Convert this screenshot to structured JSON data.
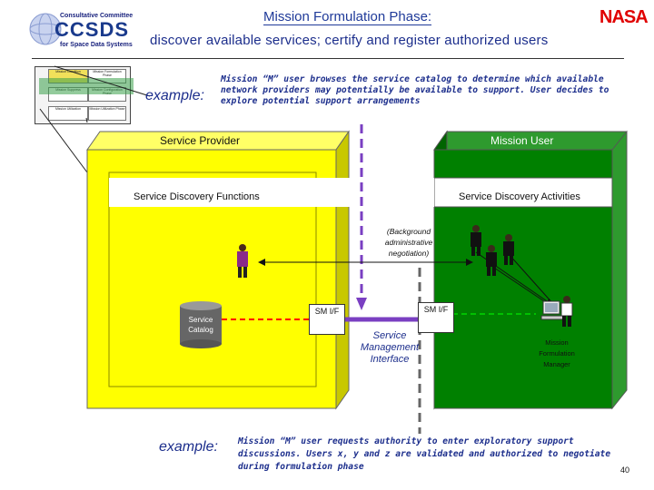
{
  "header": {
    "logo": {
      "line1": "Consultative Committee",
      "line2": "CCSDS",
      "line3": "for Space Data Systems"
    },
    "title": "Mission Formulation Phase:",
    "brand": "NASA",
    "subtitle": "discover available services; certify and register authorized users"
  },
  "thumbnail": {
    "boxes": [
      "Mission Condition",
      "Mission Formulation Phase",
      "Mission Suppress",
      "Mission Configuration Phase",
      "Mission Utilization",
      "Mission Utilization Phase"
    ]
  },
  "example_top": {
    "label": "example:",
    "text": "Mission “M” user browses the service catalog to determine which available network providers may potentially be available to support. User decides to explore potential support arrangements"
  },
  "diagram": {
    "provider_label": "Service Provider",
    "user_label": "Mission User",
    "provider_functions": "Service Discovery Functions",
    "user_activities": "Service Discovery Activities",
    "negotiation": "(Background administrative negotiation)",
    "catalog": "Service Catalog",
    "sm_left": "SM I/F",
    "sm_right": "SM I/F",
    "smi": "Service Management Interface",
    "manager": "Mission Formulation Manager"
  },
  "example_bottom": {
    "label": "example:",
    "text": "Mission “M” user requests authority to enter exploratory support discussions. Users x, y and z are validated and authorized to negotiate during formulation phase"
  },
  "page_number": "40",
  "colors": {
    "provider": "#ffff00",
    "user": "#008000",
    "accent_blue": "#1c2e8c",
    "nasa_red": "#e00000",
    "smi_purple": "#7a3fc2"
  }
}
